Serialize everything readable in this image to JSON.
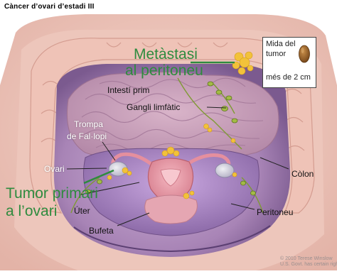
{
  "title": "Càncer d’ovari d’estadi III",
  "labels": {
    "metastasi_line1": "Metàstasi",
    "metastasi_line2": "al peritoneu",
    "intesti_prim": "Intestí prim",
    "gangli_limfatic": "Gangli limfàtic",
    "trompa_line1": "Trompa",
    "trompa_line2": "de Fal·lopi",
    "ovari": "Ovari",
    "colon": "Còlon",
    "tumor_primari_line1": "Tumor primari",
    "tumor_primari_line2": "a l’ovari",
    "uter": "Úter",
    "peritoneu": "Peritoneu",
    "bufeta": "Bufeta"
  },
  "scale_box": {
    "line1": "Mida del",
    "line2": "tumor",
    "line3": "més de 2 cm"
  },
  "copyright": {
    "line1": "© 2010 Terese Winslow",
    "line2": "U.S. Govt. has certain rights"
  },
  "colors": {
    "label_green": "#2e8b3e",
    "metastasis_yellow": "#f2c23a",
    "tissue_pink": "#e7b8b0",
    "peritoneum_purple": "#7b5a8f",
    "uterus_pink": "#e59aa5",
    "lymph_green": "#8aa33a"
  }
}
